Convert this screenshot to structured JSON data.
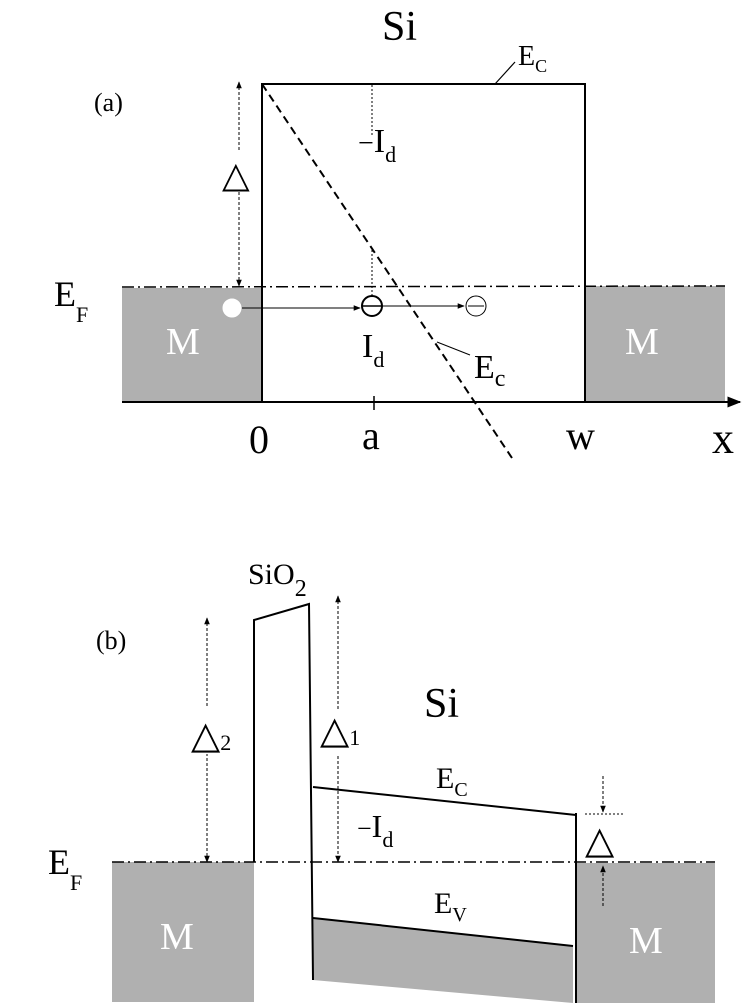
{
  "colors": {
    "metal_fill": "#b0b0b0",
    "line": "#000000",
    "background": "#ffffff",
    "metal_label": "#ffffff"
  },
  "panel_a": {
    "material_title": "Si",
    "panel_label": "(a)",
    "ec_top": {
      "main": "E",
      "sub": "C"
    },
    "ec_slanted": {
      "main": "E",
      "sub": "c"
    },
    "ef": {
      "main": "E",
      "sub": "F"
    },
    "delta_symbol": "△",
    "id_upper": {
      "prefix": "−",
      "main": "I",
      "sub": "d"
    },
    "id_lower": {
      "main": "I",
      "sub": "d"
    },
    "metal_left": "M",
    "metal_right": "M",
    "x_ticks": [
      "0",
      "a",
      "w"
    ],
    "x_axis_label": "x"
  },
  "panel_b": {
    "oxide": {
      "main": "SiO",
      "sub": "2"
    },
    "panel_label": "(b)",
    "material_title": "Si",
    "delta2": {
      "main": "△",
      "sub": "2"
    },
    "delta1": {
      "main": "△",
      "sub": "1"
    },
    "delta": "△",
    "ec": {
      "main": "E",
      "sub": "C"
    },
    "ev": {
      "main": "E",
      "sub": "V"
    },
    "id": {
      "prefix": "−",
      "main": "I",
      "sub": "d"
    },
    "ef": {
      "main": "E",
      "sub": "F"
    },
    "metal_left": "M",
    "metal_right": "M"
  }
}
